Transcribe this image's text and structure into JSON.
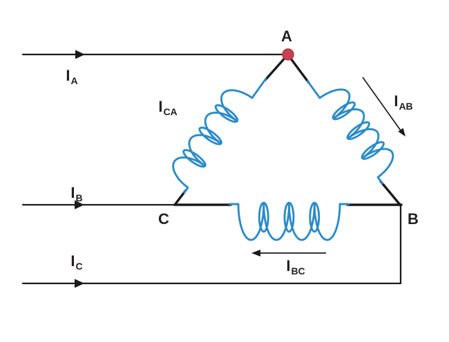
{
  "diagram": {
    "type": "three-phase-delta-winding-connection",
    "nodes": {
      "a": "A",
      "b": "B",
      "c": "C"
    },
    "line_currents": {
      "ia": {
        "symbol": "I",
        "sub": "A"
      },
      "ib": {
        "symbol": "I",
        "sub": "B"
      },
      "ic": {
        "symbol": "I",
        "sub": "C"
      }
    },
    "winding_currents": {
      "ica": {
        "symbol": "I",
        "sub": "CA"
      },
      "iab": {
        "symbol": "I",
        "sub": "AB"
      },
      "ibc": {
        "symbol": "I",
        "sub": "BC"
      }
    },
    "colors": {
      "coil_blue": "#2b8bc8",
      "wire_black": "#1a1a1a",
      "node_red": "#c7424e",
      "node_stroke": "#aa3540",
      "label_dark": "#231f20",
      "background": "#ffffff"
    }
  }
}
